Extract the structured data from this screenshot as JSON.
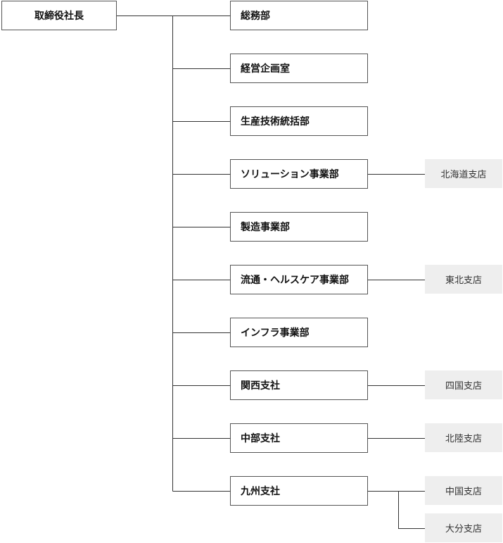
{
  "org_chart": {
    "root": {
      "label": "取締役社長"
    },
    "departments": [
      {
        "label": "総務部",
        "branches": []
      },
      {
        "label": "経営企画室",
        "branches": []
      },
      {
        "label": "生産技術統括部",
        "branches": []
      },
      {
        "label": "ソリューション事業部",
        "branches": [
          "北海道支店"
        ]
      },
      {
        "label": "製造事業部",
        "branches": []
      },
      {
        "label": "流通・ヘルスケア事業部",
        "branches": [
          "東北支店"
        ]
      },
      {
        "label": "インフラ事業部",
        "branches": []
      },
      {
        "label": "関西支社",
        "branches": [
          "四国支店"
        ]
      },
      {
        "label": "中部支社",
        "branches": [
          "北陸支店"
        ]
      },
      {
        "label": "九州支社",
        "branches": [
          "中国支店",
          "大分支店"
        ]
      }
    ]
  },
  "colors": {
    "line": "#333333",
    "box_border": "#555555",
    "branch_fill": "#eeeeee"
  }
}
